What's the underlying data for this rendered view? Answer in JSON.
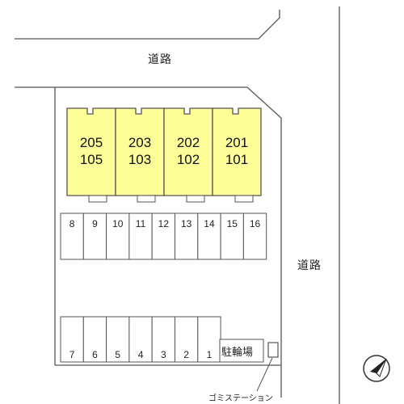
{
  "roads": {
    "top_label": "道路",
    "right_label": "道路"
  },
  "buildings": [
    {
      "upper": "205",
      "lower": "105"
    },
    {
      "upper": "203",
      "lower": "103"
    },
    {
      "upper": "202",
      "lower": "102"
    },
    {
      "upper": "201",
      "lower": "101"
    }
  ],
  "parking_top": [
    "8",
    "9",
    "10",
    "11",
    "12",
    "13",
    "14",
    "15",
    "16"
  ],
  "parking_bottom": [
    "7",
    "6",
    "5",
    "4",
    "3",
    "2",
    "1"
  ],
  "bicycle_parking": "駐輪場",
  "garbage_station": "ゴミステーション",
  "colors": {
    "building_fill": "#ffff99",
    "line": "#555555"
  },
  "icons": {
    "compass": "north-arrow-icon"
  }
}
